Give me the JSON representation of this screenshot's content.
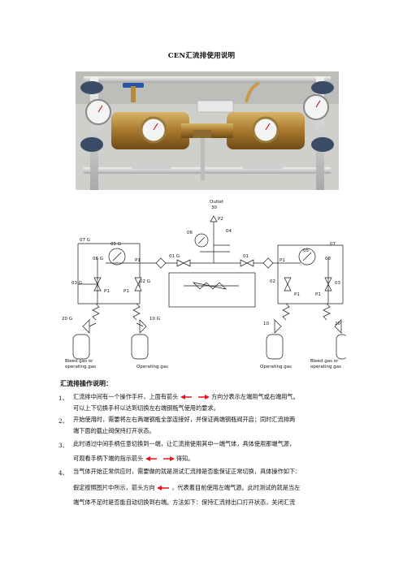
{
  "document": {
    "title": "CEN汇流排使用说明",
    "section_title": "汇流排操作说明："
  },
  "diagram_labels": {
    "outlet": "Outlet",
    "n30": "30",
    "p2": "P2",
    "n06": "06",
    "n04": "04",
    "n07g": "07 G",
    "n05g": "05 G",
    "n08g": "08 G",
    "n03g": "03 G",
    "n02g": "02 G",
    "n01g": "01 G",
    "n01": "01",
    "n02": "02",
    "n03": "03",
    "n05": "05",
    "n07": "07",
    "n08": "08",
    "n10g": "10 G",
    "n20g": "20 G",
    "n10": "10",
    "n20": "20",
    "p1": "P1",
    "bleed_left_1": "Bleed gas or",
    "bleed_left_2": "operating gas",
    "operating_left": "Operating gas",
    "operating_right": "Operating gas",
    "bleed_right_1": "Bleed gas or",
    "bleed_right_2": "operating gas"
  },
  "instructions": [
    {
      "num": "1、",
      "lines": [
        "汇流排中间有一个操作手杆，上面有箭头",
        "方向分表示左端用气或右端用气。",
        "可以上下切换手杆以达到切换左右端钢瓶气使用的要求。"
      ]
    },
    {
      "num": "2、",
      "lines": [
        "开始使用时，需要将左右两端钢瓶全部连接好，并保证两端钢瓶阀开启；同时汇流排两",
        "端下面的截止阀保持打开状态。"
      ]
    },
    {
      "num": "3、",
      "lines": [
        "此时通过中间手柄任意切换到一端，让汇流排使用其中一端气体，具体使用那端气源，",
        "可观看手柄下端的指示箭头",
        "得知。"
      ]
    },
    {
      "num": "4、",
      "lines": [
        "当气体开始正常供应时，需要做的就是测试汇流排是否能保证正常切换，具体操作如下：",
        "假定按照图片中所示，箭头方向",
        "，代表着目前使用左端气源。此时测试的就是当左",
        "端气体不足时是否能自动切换到右端。方法如下：保持汇流排出口打开状态，关闭汇流"
      ]
    }
  ],
  "colors": {
    "arrow_red": "#e8141c",
    "line_blue": "#1f3d8a"
  }
}
